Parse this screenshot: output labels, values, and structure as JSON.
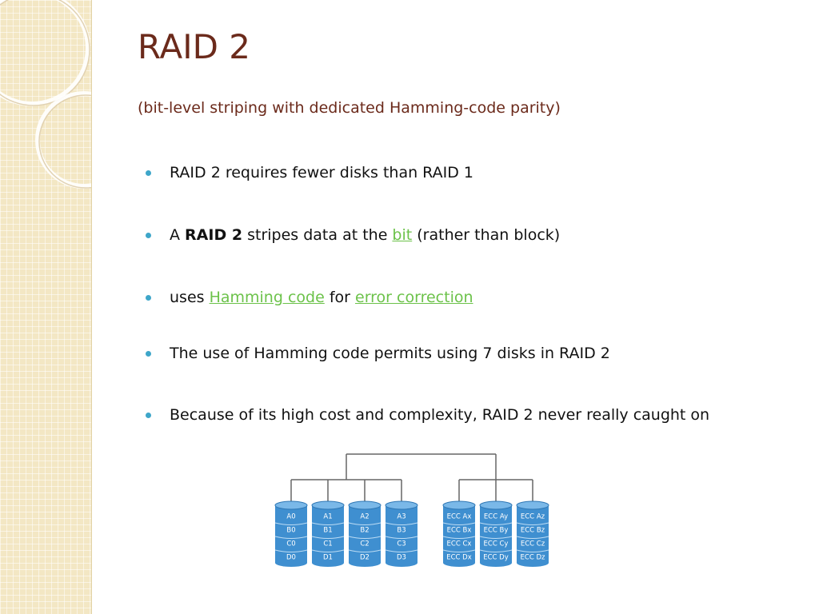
{
  "slide": {
    "title": "RAID 2",
    "subtitle": "(bit-level striping with dedicated Hamming-code parity)",
    "bullets": [
      {
        "text": "RAID 2 requires fewer disks than RAID 1"
      },
      {
        "prefix": "A ",
        "bold": "RAID 2",
        "middle": " stripes data at the ",
        "link": "bit",
        "suffix": " (rather than block)"
      },
      {
        "prefix": "uses ",
        "link1": "Hamming code",
        "middle": " for ",
        "link2": "error correction"
      },
      {
        "text": "The use of Hamming code permits using 7 disks in RAID 2"
      },
      {
        "text": "Because of its high cost and complexity, RAID 2 never really caught on"
      }
    ]
  },
  "diagram": {
    "data_disks": [
      [
        "A0",
        "B0",
        "C0",
        "D0"
      ],
      [
        "A1",
        "B1",
        "C1",
        "D1"
      ],
      [
        "A2",
        "B2",
        "C2",
        "D2"
      ],
      [
        "A3",
        "B3",
        "C3",
        "D3"
      ]
    ],
    "ecc_disks": [
      [
        "ECC Ax",
        "ECC Bx",
        "ECC Cx",
        "ECC Dx"
      ],
      [
        "ECC Ay",
        "ECC By",
        "ECC Cy",
        "ECC Dy"
      ],
      [
        "ECC Az",
        "ECC Bz",
        "ECC Cz",
        "ECC Dz"
      ]
    ]
  },
  "colors": {
    "title": "#6b2a1b",
    "link": "#6cc24a",
    "bullet_dot": "#3ea6c9",
    "disk_blue": "#3f8fd0"
  }
}
